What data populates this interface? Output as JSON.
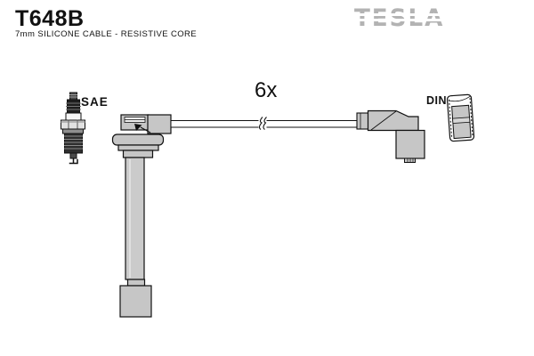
{
  "header": {
    "part_number": "T648B",
    "subtitle": "7mm SILICONE CABLE - RESISTIVE CORE",
    "brand": "TESLA"
  },
  "diagram": {
    "quantity_label": "6x",
    "spark_plug_end_label": "SAE",
    "coil_end_label": "DIN"
  },
  "colors": {
    "background": "#ffffff",
    "outline": "#1a1a1a",
    "part_fill_gray": "#c6c6c6",
    "shaft_fill_gray": "#cbcbcb",
    "logo_gray": "#b3b3b3",
    "dark_metal": "#2e2e2e",
    "ceramic_white": "#f5f5f5"
  }
}
